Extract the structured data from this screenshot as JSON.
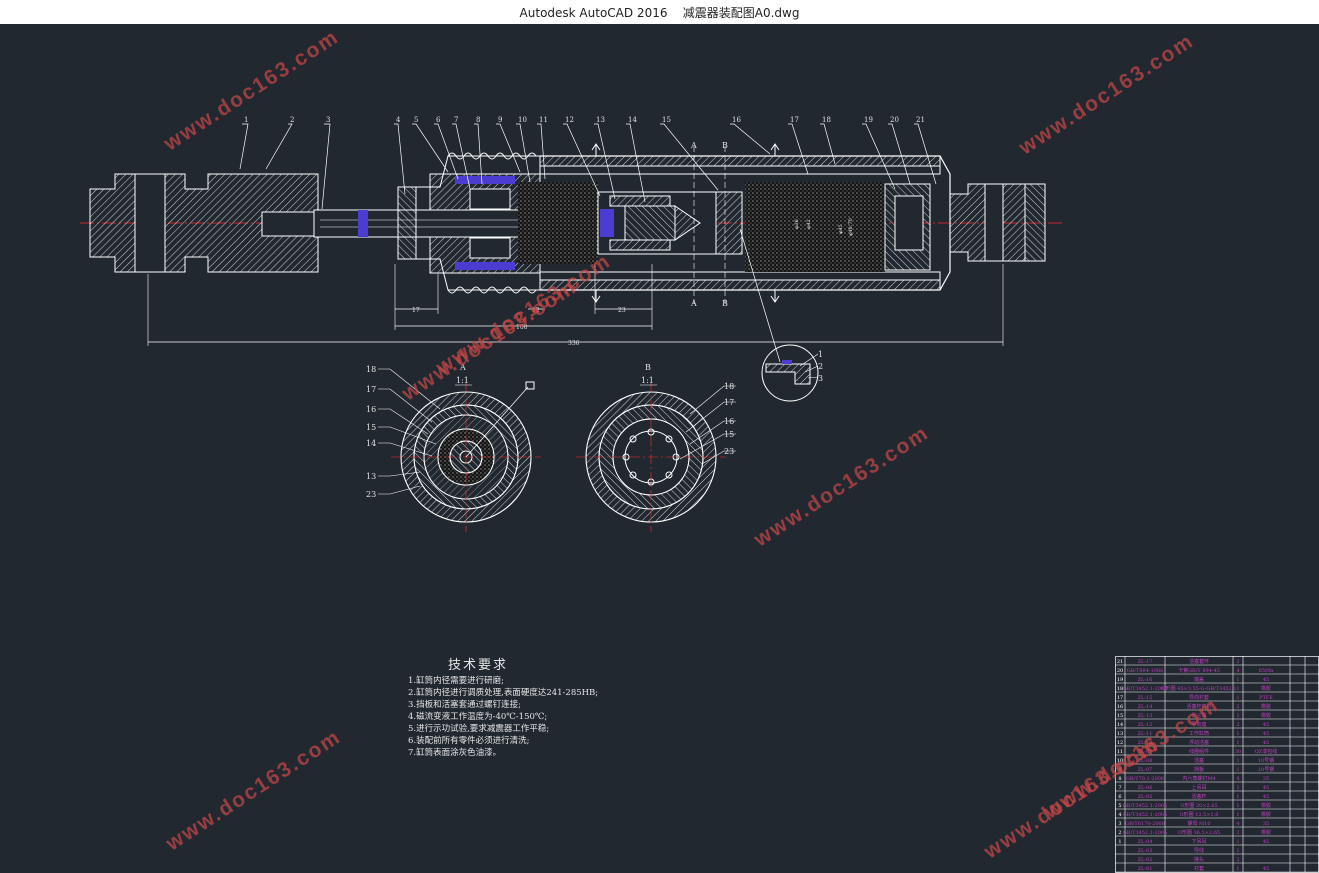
{
  "window": {
    "app_title": "Autodesk AutoCAD 2016",
    "file_name": "减震器装配图A0.dwg"
  },
  "watermarks": [
    "www.doc163.com",
    "www.doc163.com",
    "www.doc163.com",
    "www.doc163.com",
    "www.doc163.com",
    "www.doc163.com",
    "www.doc163.com",
    "www.doc163.com"
  ],
  "colors": {
    "background": "#212830",
    "lines": "#ffffff",
    "centerline": "#ff2a2a",
    "highlight": "#4b3cd2",
    "bom_text": "#c040c0",
    "watermark": "#c84646"
  },
  "main_view": {
    "balloons": [
      "1",
      "2",
      "3",
      "4",
      "5",
      "6",
      "7",
      "8",
      "9",
      "10",
      "11",
      "12",
      "13",
      "14",
      "15",
      "16",
      "17",
      "18",
      "19",
      "20",
      "21"
    ],
    "section_marks": [
      "A",
      "B",
      "A",
      "B"
    ],
    "dimensions": [
      "17",
      "12",
      "23",
      "100",
      "336"
    ],
    "diameter_labels": [
      "φ36",
      "φ42",
      "φ45",
      "φ48.70"
    ]
  },
  "section_a": {
    "title": "A",
    "scale": "1:1",
    "labels": [
      "18",
      "17",
      "16",
      "15",
      "14",
      "13",
      "23"
    ]
  },
  "section_b": {
    "title": "B",
    "scale": "1:1",
    "labels": [
      "18",
      "17",
      "16",
      "15",
      "23"
    ]
  },
  "detail_view": {
    "labels": [
      "1",
      "2",
      "3"
    ]
  },
  "technical_requirements": {
    "heading": "技术要求",
    "items": [
      "1.缸筒内径需要进行研磨;",
      "2.缸筒内径进行调质处理,表面硬度达241-285HB;",
      "3.挡板和活塞套通过螺钉连接;",
      "4.磁流变液工作温度为-40℃-150℃;",
      "5.进行示功试验,要求减震器工作平稳;",
      "6.装配前所有零件必须进行清洗;",
      "7.缸筒表面涂灰色油漆。"
    ]
  },
  "bom": {
    "rows": [
      [
        "21",
        "ZL-17",
        "活塞套环",
        "2",
        ""
      ],
      [
        "20",
        "GB/T894-1986",
        "卡簧GB/T 894-45",
        "4",
        "65Mn"
      ],
      [
        "19",
        "ZL-16",
        "端盖",
        "1",
        "45"
      ],
      [
        "18",
        "GB/T3452.1-2005",
        "O形圈 45×3.55-G-GB/T3452.1",
        "1",
        "橡胶"
      ],
      [
        "17",
        "ZL-15",
        "导向衬套",
        "1",
        "PTFE"
      ],
      [
        "16",
        "ZL-14",
        "活塞杆密封",
        "2",
        "橡胶"
      ],
      [
        "15",
        "ZL-13",
        "防尘罩",
        "1",
        "橡胶"
      ],
      [
        "14",
        "ZL-12",
        "导向座",
        "2",
        "45"
      ],
      [
        "13",
        "ZL-11",
        "工作缸筒",
        "1",
        "45"
      ],
      [
        "12",
        "ZL-10",
        "浮动活塞",
        "1",
        "45"
      ],
      [
        "11",
        "ZL-09",
        "线圈组件",
        "30",
        "QZ漆包线"
      ],
      [
        "10",
        "ZL-08",
        "活塞",
        "1",
        "10号钢"
      ],
      [
        "9",
        "ZL-07",
        "挡板",
        "1",
        "10号钢"
      ],
      [
        "8",
        "GB/T70.1-2008",
        "内六角螺钉M4",
        "4",
        "35"
      ],
      [
        "7",
        "ZL-06",
        "上吊耳",
        "1",
        "45"
      ],
      [
        "6",
        "ZL-05",
        "活塞杆",
        "1",
        "45"
      ],
      [
        "5",
        "GB/T3452.1-2005",
        "O形圈 20×2.65",
        "1",
        "橡胶"
      ],
      [
        "4",
        "GB/T3452.1-2005",
        "O形圈 12.5×1.8",
        "1",
        "橡胶"
      ],
      [
        "3",
        "GB/T6170-2000",
        "螺母 M10",
        "4",
        "35"
      ],
      [
        "2",
        "GB/T3452.1-2005",
        "O形圈 36.5×2.65",
        "2",
        "橡胶"
      ],
      [
        "1",
        "ZL-04",
        "下吊耳",
        "1",
        "45"
      ],
      [
        "",
        "ZL-03",
        "导线",
        "1",
        ""
      ],
      [
        "",
        "ZL-02",
        "接头",
        "2",
        ""
      ],
      [
        "",
        "ZL-01",
        "衬套",
        "1",
        "45"
      ]
    ]
  }
}
